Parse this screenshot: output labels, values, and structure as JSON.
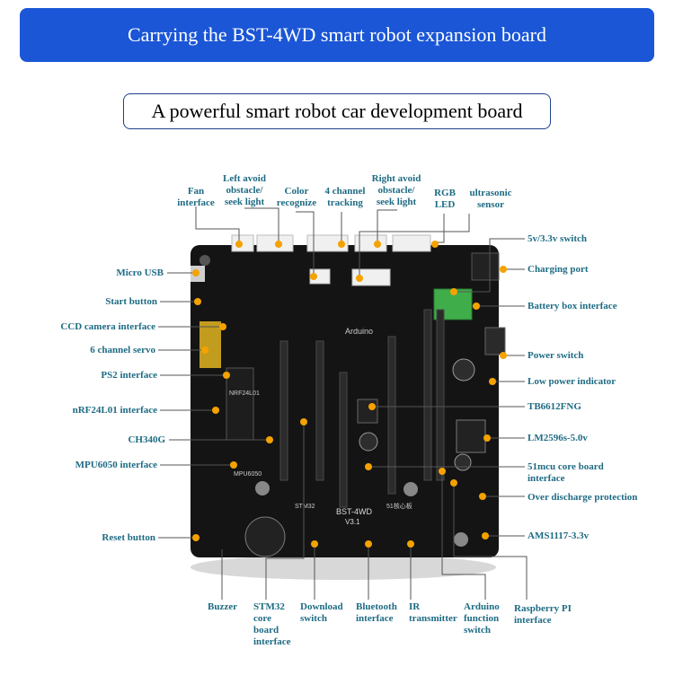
{
  "header": {
    "title": "Carrying the BST-4WD smart robot expansion board",
    "subtitle": "A powerful smart robot car development board"
  },
  "board": {
    "name": "BST-4WD",
    "version": "V3.1",
    "arduino_label": "Arduino",
    "stm32_label": "STM32",
    "core_label": "51核心板",
    "chip_label": "MPU6050",
    "nrf_label": "NRF24L01"
  },
  "labels": {
    "fan": "Fan\ninterface",
    "left_avoid": "Left avoid\nobstacle/\nseek light",
    "color": "Color\nrecognize",
    "tracking": "4 channel\ntracking",
    "right_avoid": "Right avoid\nobstacle/\nseek light",
    "rgb": "RGB\nLED",
    "ultrasonic": "ultrasonic\nsensor",
    "switch_5v": "5v/3.3v switch",
    "charging": "Charging port",
    "battery": "Battery box interface",
    "power": "Power switch",
    "low_power": "Low power indicator",
    "tb6612": "TB6612FNG",
    "lm2596": "LM2596s-5.0v",
    "core51": "51mcu core board\ninterface",
    "over_discharge": "Over discharge protection",
    "ams1117": "AMS1117-3.3v",
    "micro_usb": "Micro USB",
    "start": "Start button",
    "ccd": "CCD camera interface",
    "servo": "6 channel servo",
    "ps2": "PS2 interface",
    "nrf": "nRF24L01 interface",
    "ch340": "CH340G",
    "mpu": "MPU6050 interface",
    "reset": "Reset button",
    "buzzer": "Buzzer",
    "stm32": "STM32\ncore\nboard\ninterface",
    "download": "Download\nswitch",
    "bluetooth": "Bluetooth\ninterface",
    "ir": "IR\ntransmitter",
    "arduino_sw": "Arduino\nfunction\nswitch",
    "raspberry": "Raspberry PI\ninterface"
  },
  "colors": {
    "banner": "#1a56d6",
    "label": "#1e6b84",
    "dot": "#f5a200",
    "board": "#141414"
  }
}
